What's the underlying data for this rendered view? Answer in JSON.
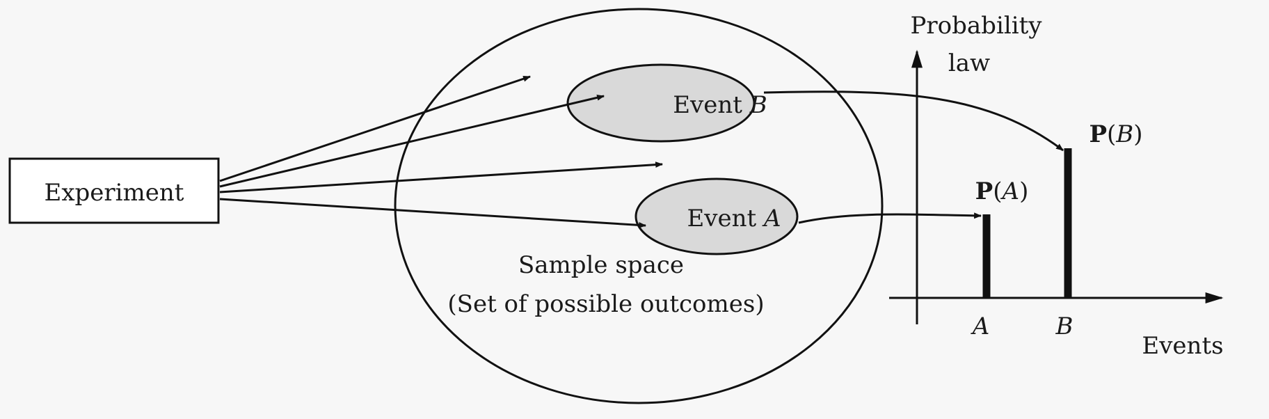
{
  "experiment_label": "Experiment",
  "sample_space": {
    "line1": "Sample space",
    "line2": "(Set of possible outcomes)"
  },
  "event_b": {
    "prefix": "Event ",
    "symbol": "B"
  },
  "event_a": {
    "prefix": "Event ",
    "symbol": "A"
  },
  "probability_law": {
    "line1": "Probability",
    "line2": "law"
  },
  "prob_a": {
    "bold": "P",
    "open": "(",
    "symbol": "A",
    "close": ")"
  },
  "prob_b": {
    "bold": "P",
    "open": "(",
    "symbol": "B",
    "close": ")"
  },
  "axis_ticks": {
    "a": "A",
    "b": "B"
  },
  "x_axis_label": "Events",
  "colors": {
    "event_fill": "#d9d9d9",
    "stroke": "#111111"
  }
}
